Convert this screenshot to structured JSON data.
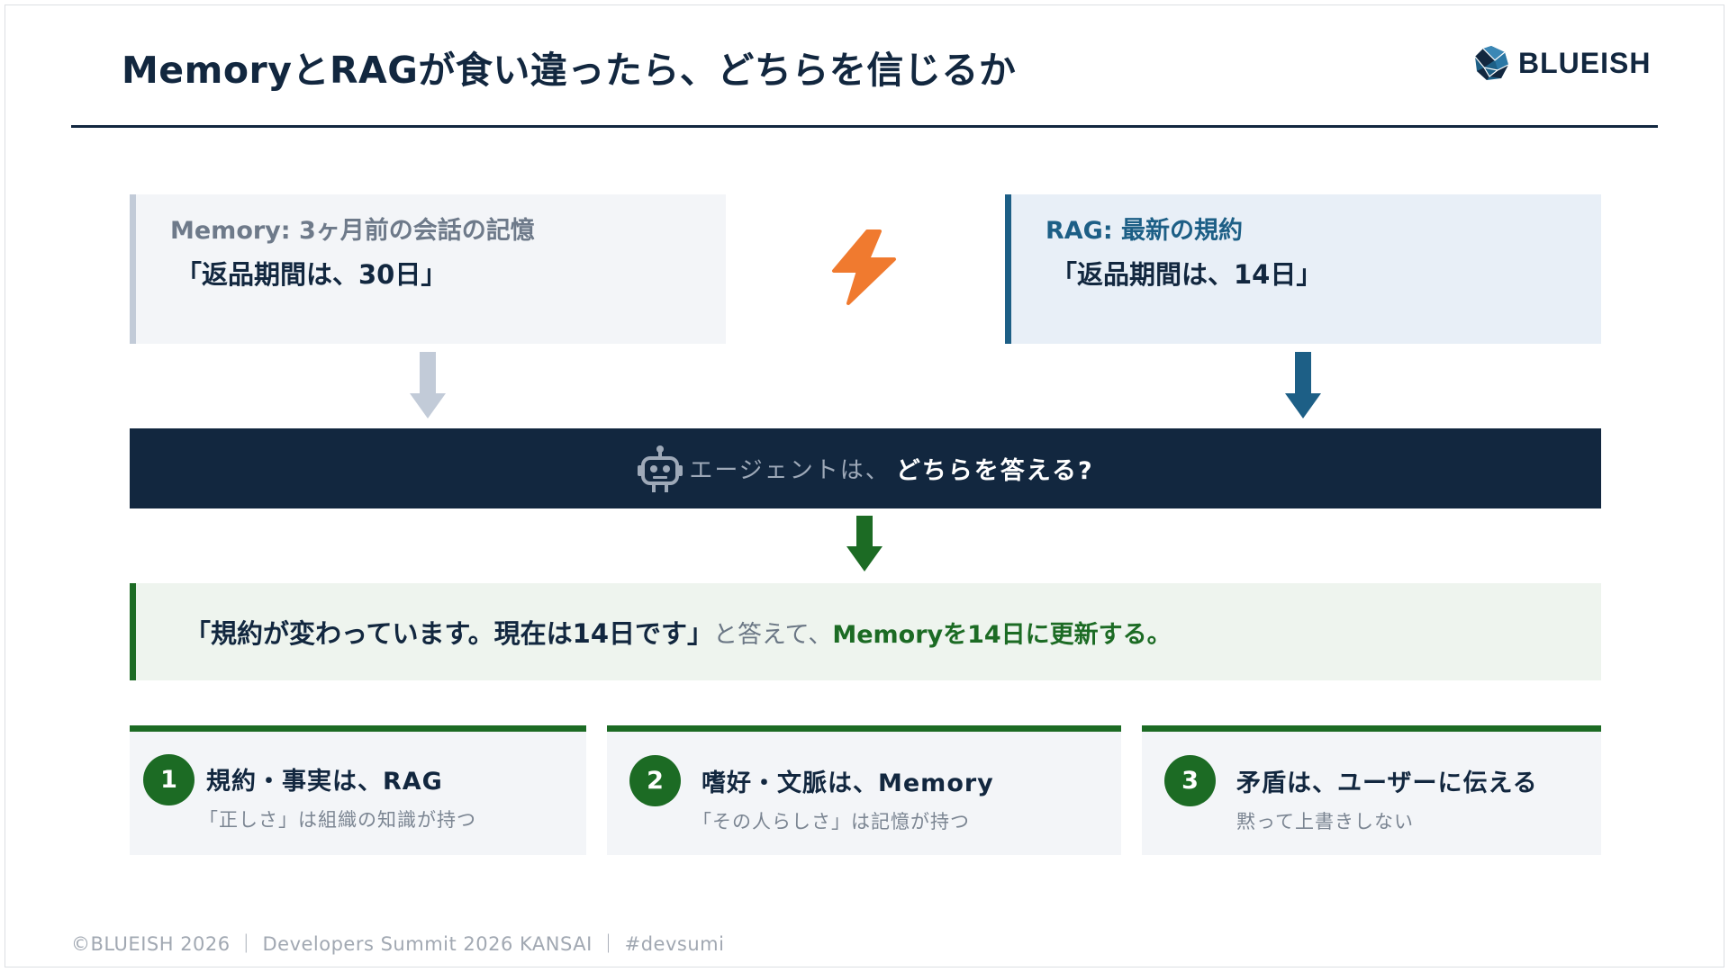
{
  "header": {
    "title": "MemoryとRAGが食い違ったら、どちらを信じるか",
    "brand": "BLUEISH"
  },
  "sources": {
    "memory": {
      "label": "Memory: 3ヶ月前の会話の記憶",
      "quote": "「返品期間は、30日」"
    },
    "rag": {
      "label": "RAG: 最新の規約",
      "quote": "「返品期間は、14日」"
    }
  },
  "agent": {
    "lead": "エージェントは、",
    "question": "どちらを答える?"
  },
  "answer": {
    "quote": "「規約が変わっています。現在は14日です」",
    "mid": "と答えて、",
    "action": "Memoryを14日に更新する。"
  },
  "points": [
    {
      "num": "1",
      "title": "規約・事実は、RAG",
      "sub": "「正しさ」は組織の知識が持つ"
    },
    {
      "num": "2",
      "title": "嗜好・文脈は、Memory",
      "sub": "「その人らしさ」は記憶が持つ"
    },
    {
      "num": "3",
      "title": "矛盾は、ユーザーに伝える",
      "sub": "黙って上書きしない"
    }
  ],
  "footer": {
    "text": "©BLUEISH 2026 ｜ Developers Summit 2026 KANSAI ｜ #devsumi"
  },
  "colors": {
    "navy": "#12273f",
    "blue": "#1d5f86",
    "gray": "#c2cbd8",
    "green": "#1c6b24",
    "orange": "#f07a2f"
  },
  "icons": {
    "brand": "brand-logo-icon",
    "conflict": "lightning-bolt-icon",
    "agent": "robot-icon",
    "flow": "arrow-down-icon"
  }
}
